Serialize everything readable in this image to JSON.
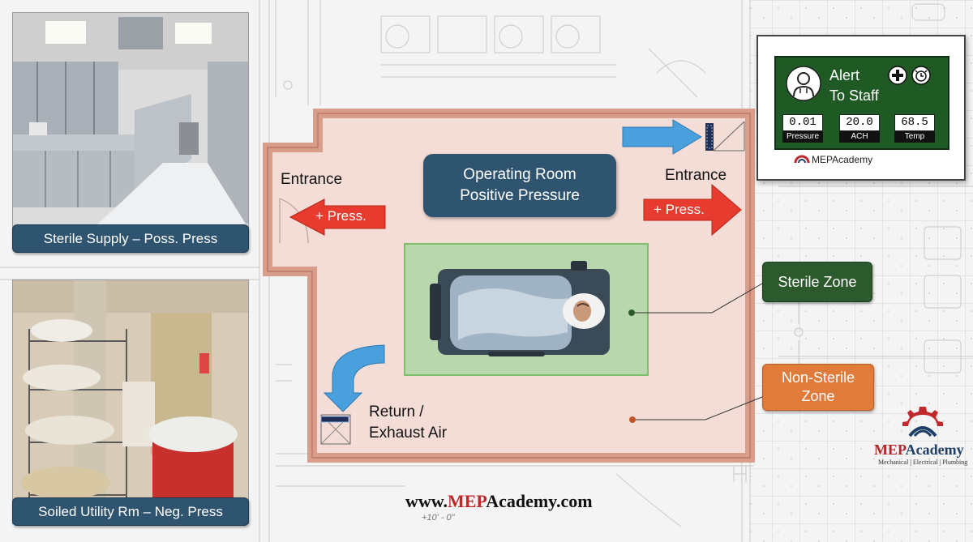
{
  "colors": {
    "room_fill": "#f4dcd5",
    "room_wall": "#d79a87",
    "sterile_zone_fill": "#b9d7ad",
    "sterile_zone_border": "#7cc06e",
    "box_blue": "#2f5470",
    "box_green": "#2c5a2c",
    "box_orange": "#e07b3a",
    "arrow_red": "#e63b2e",
    "arrow_blue": "#4aa0dc"
  },
  "labels": {
    "sterile_supply": "Sterile Supply – Poss. Press",
    "soiled_utility": "Soiled Utility Rm – Neg. Press",
    "entrance_left": "Entrance",
    "entrance_right": "Entrance",
    "press_left": "+ Press.",
    "press_right": "+ Press.",
    "or_line1": "Operating Room",
    "or_line2": "Positive Pressure",
    "sterile_zone": "Sterile Zone",
    "non_sterile_line1": "Non-Sterile",
    "non_sterile_line2": "Zone",
    "return_line1": "Return /",
    "return_line2": "Exhaust Air"
  },
  "alert": {
    "title_line1": "Alert",
    "title_line2": "To Staff",
    "readouts": [
      {
        "value": "0.01",
        "caption": "Pressure"
      },
      {
        "value": "20.0",
        "caption": "ACH"
      },
      {
        "value": "68.5",
        "caption": "Temp"
      }
    ],
    "brand": "MEPAcademy",
    "icons": [
      "doctor-icon",
      "medical-cross-icon",
      "alarm-clock-icon"
    ]
  },
  "brand": {
    "name_mep": "MEP",
    "name_academy": "Academy",
    "tagline": "Mechanical | Electrical | Plumbing"
  },
  "website": {
    "prefix": "www.",
    "mep": "MEP",
    "suffix": "Academy.com"
  },
  "dimension_note": "+10' - 0\""
}
